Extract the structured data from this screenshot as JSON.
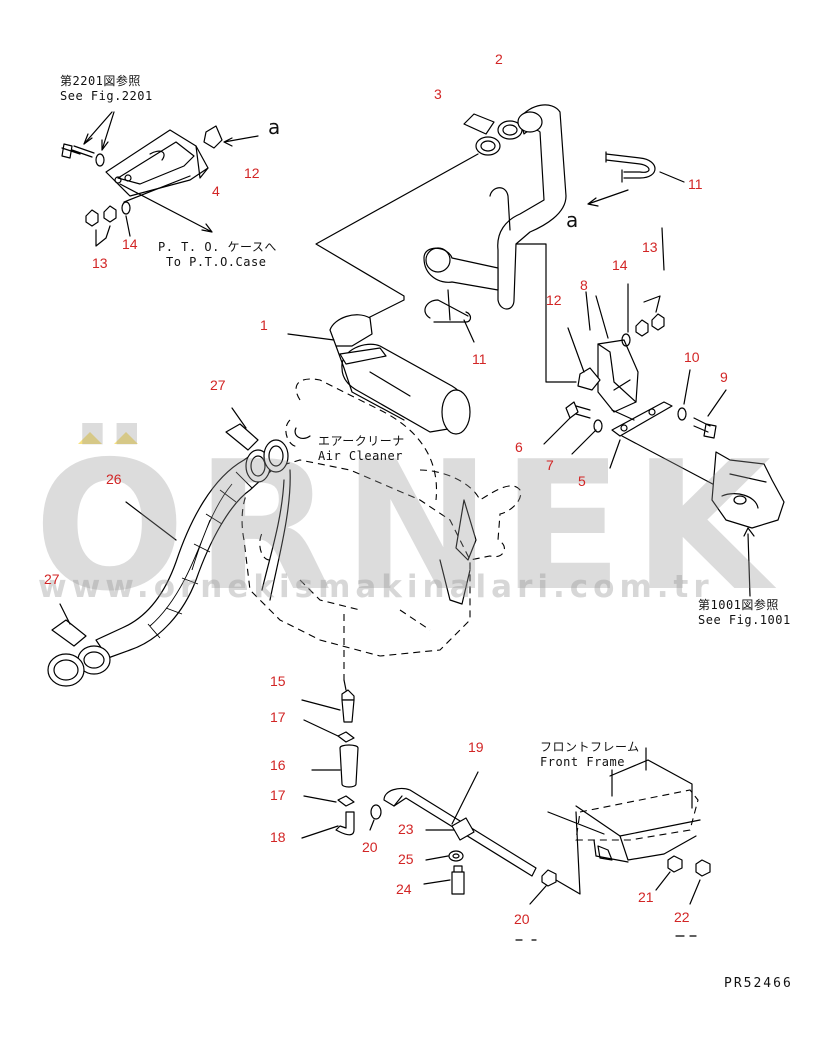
{
  "diagram": {
    "callouts": [
      {
        "id": "c1",
        "text": "1"
      },
      {
        "id": "c2",
        "text": "2"
      },
      {
        "id": "c3",
        "text": "3"
      },
      {
        "id": "c4",
        "text": "4"
      },
      {
        "id": "c5",
        "text": "5"
      },
      {
        "id": "c6",
        "text": "6"
      },
      {
        "id": "c7",
        "text": "7"
      },
      {
        "id": "c8",
        "text": "8"
      },
      {
        "id": "c9",
        "text": "9"
      },
      {
        "id": "c10",
        "text": "10"
      },
      {
        "id": "c11a",
        "text": "11"
      },
      {
        "id": "c11b",
        "text": "11"
      },
      {
        "id": "c12a",
        "text": "12"
      },
      {
        "id": "c12b",
        "text": "12"
      },
      {
        "id": "c13a",
        "text": "13"
      },
      {
        "id": "c13b",
        "text": "13"
      },
      {
        "id": "c14a",
        "text": "14"
      },
      {
        "id": "c14b",
        "text": "14"
      },
      {
        "id": "c15",
        "text": "15"
      },
      {
        "id": "c16",
        "text": "16"
      },
      {
        "id": "c17a",
        "text": "17"
      },
      {
        "id": "c17b",
        "text": "17"
      },
      {
        "id": "c18",
        "text": "18"
      },
      {
        "id": "c19",
        "text": "19"
      },
      {
        "id": "c20a",
        "text": "20"
      },
      {
        "id": "c20b",
        "text": "20"
      },
      {
        "id": "c21",
        "text": "21"
      },
      {
        "id": "c22",
        "text": "22"
      },
      {
        "id": "c23",
        "text": "23"
      },
      {
        "id": "c24",
        "text": "24"
      },
      {
        "id": "c25",
        "text": "25"
      },
      {
        "id": "c26",
        "text": "26"
      },
      {
        "id": "c27a",
        "text": "27"
      },
      {
        "id": "c27b",
        "text": "27"
      }
    ],
    "notes": {
      "fig2201": {
        "jp": "第2201図参照",
        "en": "See Fig.2201"
      },
      "pto": {
        "jp": "P. T. O. ケースへ",
        "en": "To P.T.O.Case"
      },
      "air_cleaner": {
        "jp": "エアークリーナ",
        "en": "Air Cleaner"
      },
      "fig1001": {
        "jp": "第1001図参照",
        "en": "See Fig.1001"
      },
      "front_frame": {
        "jp": "フロントフレーム",
        "en": "Front Frame"
      }
    },
    "ref_letter": "a",
    "drawing_code": "PR52466"
  },
  "watermark": {
    "word": "ÖRNEK",
    "url": "www.ornekismakinalari.com.tr"
  },
  "colors": {
    "callout": "#d22525",
    "line": "#000000",
    "watermark": "#969696",
    "watermark_dots": "#f3d54a"
  }
}
